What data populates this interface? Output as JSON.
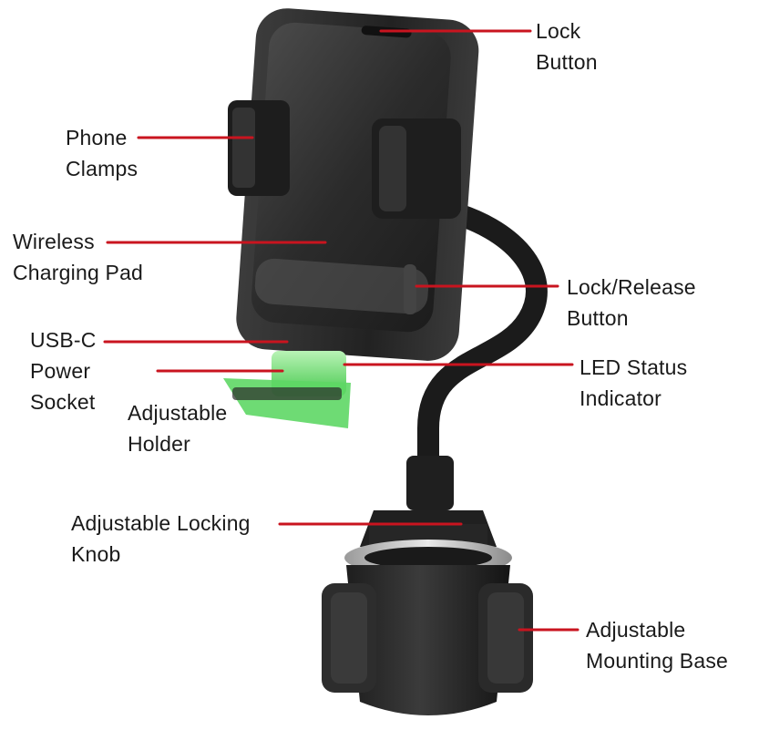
{
  "colors": {
    "leader": "#c9141f",
    "led": "#63e06a",
    "body": "#2a2a2a"
  },
  "labels": {
    "lock_button": [
      "Lock",
      "Button"
    ],
    "phone_clamps": [
      "Phone",
      "Clamps"
    ],
    "wireless_pad": [
      "Wireless",
      "Charging Pad"
    ],
    "lock_release": [
      "Lock/Release",
      "Button"
    ],
    "usbc": [
      "USB-C",
      "Power",
      "Socket"
    ],
    "led_status": [
      "LED Status",
      "Indicator"
    ],
    "adjustable_holder": [
      "Adjustable",
      "Holder"
    ],
    "locking_knob": [
      "Adjustable Locking",
      "Knob"
    ],
    "mounting_base": [
      "Adjustable",
      "Mounting Base"
    ]
  }
}
